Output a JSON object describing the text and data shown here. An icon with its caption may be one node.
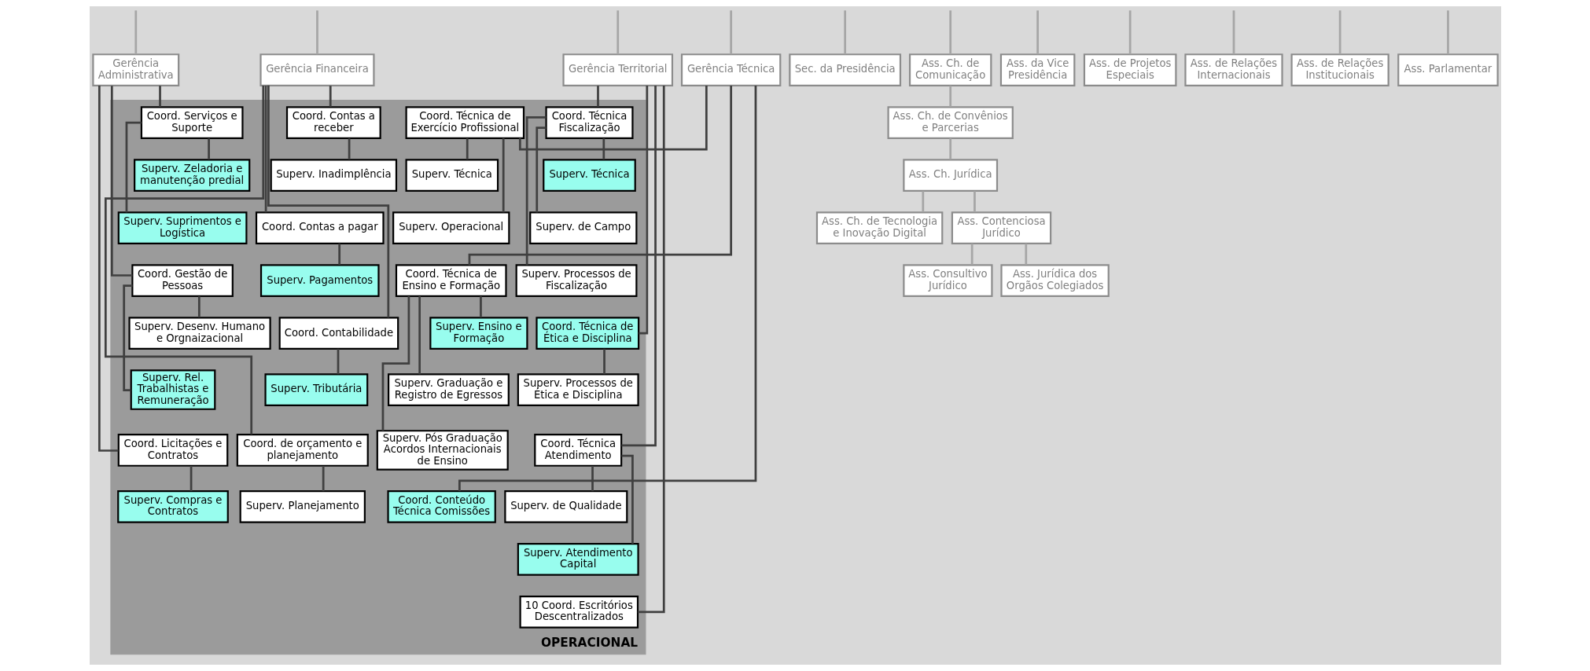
{
  "diagram": {
    "nodes": [
      {
        "text": [
          "Gerência Administrativa"
        ]
      },
      {
        "text": [
          "Gerência Financeira"
        ]
      },
      {
        "text": [
          "Gerência Territorial"
        ]
      },
      {
        "text": [
          "Gerência Técnica"
        ]
      },
      {
        "text": [
          "Sec. da Presidência"
        ]
      },
      {
        "text": [
          "Ass. Ch. de Comunicação"
        ]
      },
      {
        "text": [
          "Ass. Ch. de Convênios e Parcerias"
        ]
      },
      {
        "text": [
          "Ass. Ch. Jurídica"
        ]
      },
      {
        "text": [
          "Ass. Ch. de Tecnologia e Inovação Digital"
        ]
      },
      {
        "text": [
          "Ass. da Vice Presidência"
        ]
      },
      {
        "text": [
          "Ass. de Projetos Especiais"
        ]
      },
      {
        "text": [
          "Ass. de Relações Internacionais"
        ]
      },
      {
        "text": [
          "Ass. de Relações Institucionais"
        ]
      },
      {
        "text": [
          "Ass. Consultivo Jurídico"
        ]
      },
      {
        "text": [
          "Ass. Contenciosa Jurídico"
        ]
      },
      {
        "text": [
          "Ass. Jurídica dos Orgãos Colegiados"
        ]
      },
      {
        "text": [
          "Ass. Parlamentar"
        ]
      },
      {
        "text": [
          "OPERACIONAL"
        ]
      },
      {
        "text": [
          "Coord. Serviços e Suporte"
        ],
        "in": 17
      },
      {
        "text": [
          "Superv. Zeladoria e manutenção predial"
        ],
        "in": 17
      },
      {
        "text": [
          "Superv. Suprimentos e Logística"
        ],
        "in": 17
      },
      {
        "text": [
          "Coord. Gestão de Pessoas"
        ],
        "in": 17
      },
      {
        "text": [
          "Superv. Desenv. Humano e Orgnaizacional"
        ],
        "in": 17
      },
      {
        "text": [
          "Superv. Rel. Trabalhistas e Remuneração"
        ],
        "in": 17
      },
      {
        "text": [
          "Coord. Licitações e Contratos"
        ],
        "in": 17
      },
      {
        "text": [
          "Superv. Compras e Contratos"
        ],
        "in": 17
      },
      {
        "text": [
          "Coord. Contas a receber"
        ],
        "in": 17
      },
      {
        "text": [
          "Superv. Inadimplência"
        ],
        "in": 17
      },
      {
        "text": [
          "Coord. Contas a pagar"
        ],
        "in": 17
      },
      {
        "text": [
          "Superv. Pagamentos"
        ],
        "in": 17
      },
      {
        "text": [
          "Coord. Contabilidade"
        ],
        "in": 17
      },
      {
        "text": [
          "Superv. Tributária"
        ],
        "in": 17
      },
      {
        "text": [
          "Coord. de orçamento e planejamento"
        ],
        "in": 17
      },
      {
        "text": [
          "Superv. Planejamento"
        ],
        "in": 17
      },
      {
        "text": [
          "Coord. Técnica Fiscalização"
        ],
        "in": 17
      },
      {
        "text": [
          "Superv. Técnica"
        ],
        "in": 17
      },
      {
        "text": [
          "Superv. de Campo"
        ],
        "in": 17
      },
      {
        "text": [
          "Superv. Processos de Fiscalização"
        ],
        "in": 17
      },
      {
        "text": [
          "Coord. Técnica de Ética e Disciplina"
        ],
        "in": 17
      },
      {
        "text": [
          "Superv. Processos de Ética e Disciplina"
        ],
        "in": 17
      },
      {
        "text": [
          "Coord. Técnica Atendimento"
        ],
        "in": 17
      },
      {
        "text": [
          "Superv. de Qualidade"
        ],
        "in": 17
      },
      {
        "text": [
          "Superv. Atendimento Capital"
        ],
        "in": 17
      },
      {
        "text": [
          "10 Coord. Escritórios Descentralizados"
        ],
        "in": 17
      },
      {
        "text": [
          "Coord. Técnica de Exercício Profissional"
        ],
        "in": 17
      },
      {
        "text": [
          "Superv. Técnica"
        ],
        "in": 17
      },
      {
        "text": [
          "Superv. Operacional"
        ],
        "in": 17
      },
      {
        "text": [
          "Coord. Técnica de Ensino e Formação"
        ],
        "in": 17
      },
      {
        "text": [
          "Superv. Ensino e Formação"
        ],
        "in": 17
      },
      {
        "text": [
          "Superv. Graduação e Registro de Egressos"
        ],
        "in": 17
      },
      {
        "text": [
          "Superv. Pós Graduação Acordos Internacionais de Ensino"
        ],
        "in": 17
      },
      {
        "text": [
          "Coord. Conteúdo Técnica Comissões"
        ],
        "in": 17
      }
    ],
    "edges": [
      {
        "from": null,
        "to": 0,
        "arrow": "none",
        "color": "#a6a6a6"
      },
      {
        "from": null,
        "to": 1,
        "arrow": "none",
        "color": "#a6a6a6"
      },
      {
        "from": null,
        "to": 2,
        "arrow": "none",
        "color": "#a6a6a6"
      },
      {
        "from": null,
        "to": 3,
        "arrow": "none",
        "color": "#a6a6a6"
      },
      {
        "from": null,
        "to": 4,
        "arrow": "none",
        "color": "#a6a6a6"
      },
      {
        "from": null,
        "to": 5,
        "arrow": "none",
        "color": "#a6a6a6"
      },
      {
        "from": null,
        "to": 9,
        "arrow": "none",
        "color": "#a6a6a6"
      },
      {
        "from": null,
        "to": 10,
        "arrow": "none",
        "color": "#a6a6a6"
      },
      {
        "from": null,
        "to": 11,
        "arrow": "none",
        "color": "#a6a6a6"
      },
      {
        "from": null,
        "to": 12,
        "arrow": "none",
        "color": "#a6a6a6"
      },
      {
        "from": null,
        "to": 16,
        "arrow": "none",
        "color": "#a6a6a6"
      },
      {
        "from": 5,
        "to": 6,
        "arrow": "none",
        "color": "#a6a6a6"
      },
      {
        "from": 6,
        "to": 7,
        "arrow": "none",
        "color": "#a6a6a6"
      },
      {
        "from": 7,
        "to": 8,
        "arrow": "none",
        "color": "#a6a6a6"
      },
      {
        "from": 7,
        "to": 14,
        "arrow": "none",
        "color": "#a6a6a6"
      },
      {
        "from": 14,
        "to": 13,
        "arrow": "none",
        "color": "#a6a6a6"
      },
      {
        "from": 14,
        "to": 15,
        "arrow": "none",
        "color": "#a6a6a6"
      },
      {
        "from": 0,
        "to": 18,
        "arrow": "none"
      },
      {
        "from": 18,
        "to": 19,
        "arrow": "none"
      },
      {
        "from": 18,
        "to": 20,
        "arrow": "none"
      },
      {
        "from": 0,
        "to": 21,
        "arrow": "none"
      },
      {
        "from": 21,
        "to": 22,
        "arrow": "none"
      },
      {
        "from": 21,
        "to": 23,
        "arrow": "none"
      },
      {
        "from": 0,
        "to": 24,
        "arrow": "none"
      },
      {
        "from": 24,
        "to": 25,
        "arrow": "none"
      },
      {
        "from": 1,
        "to": 26,
        "arrow": "none"
      },
      {
        "from": 26,
        "to": 27,
        "arrow": "none"
      },
      {
        "from": 1,
        "to": 28,
        "arrow": "none"
      },
      {
        "from": 28,
        "to": 29,
        "arrow": "none"
      },
      {
        "from": 1,
        "to": 30,
        "arrow": "none"
      },
      {
        "from": 30,
        "to": 31,
        "arrow": "none"
      },
      {
        "from": 1,
        "to": 32,
        "arrow": "none"
      },
      {
        "from": 32,
        "to": 33,
        "arrow": "none"
      },
      {
        "from": 2,
        "to": 34,
        "arrow": "none"
      },
      {
        "from": 34,
        "to": 35,
        "arrow": "none"
      },
      {
        "from": 34,
        "to": 36,
        "arrow": "none"
      },
      {
        "from": 34,
        "to": 37,
        "arrow": "none"
      },
      {
        "from": 2,
        "to": 38,
        "arrow": "none"
      },
      {
        "from": 38,
        "to": 39,
        "arrow": "none"
      },
      {
        "from": 2,
        "to": 40,
        "arrow": "none"
      },
      {
        "from": 40,
        "to": 41,
        "arrow": "none"
      },
      {
        "from": 40,
        "to": 42,
        "arrow": "none"
      },
      {
        "from": 2,
        "to": 43,
        "arrow": "none"
      },
      {
        "from": 3,
        "to": 44,
        "arrow": "none"
      },
      {
        "from": 44,
        "to": 45,
        "arrow": "none"
      },
      {
        "from": 44,
        "to": 46,
        "arrow": "none"
      },
      {
        "from": 3,
        "to": 47,
        "arrow": "none"
      },
      {
        "from": 47,
        "to": 48,
        "arrow": "none"
      },
      {
        "from": 47,
        "to": 49,
        "arrow": "none"
      },
      {
        "from": 47,
        "to": 50,
        "arrow": "none"
      },
      {
        "from": 3,
        "to": 51,
        "arrow": "none"
      }
    ]
  }
}
